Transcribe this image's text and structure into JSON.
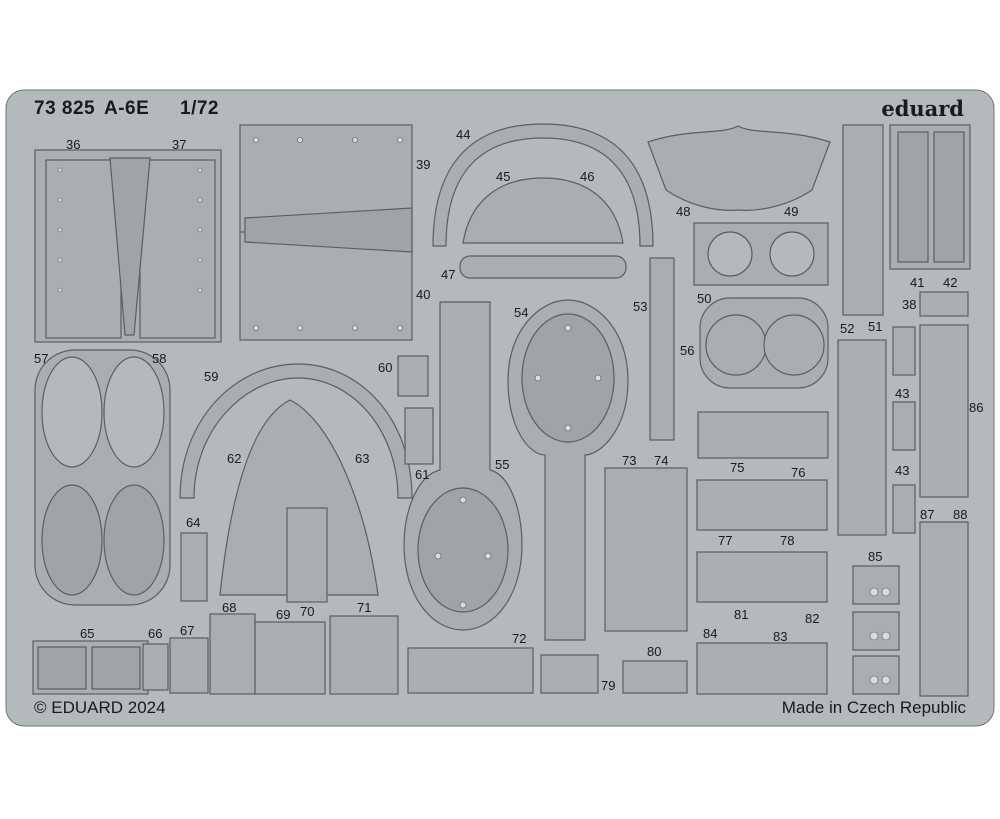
{
  "sheet": {
    "code": "73 825",
    "model": "A-6E",
    "scale": "1/72",
    "brand": "eduard",
    "copyright": "© EDUARD 2024",
    "origin": "Made in Czech Republic"
  },
  "parts": [
    "36",
    "37",
    "39",
    "40",
    "44",
    "45",
    "46",
    "47",
    "48",
    "49",
    "50",
    "41",
    "42",
    "38",
    "51",
    "52",
    "53",
    "54",
    "55",
    "56",
    "57",
    "58",
    "59",
    "60",
    "61",
    "62",
    "63",
    "64",
    "65",
    "66",
    "67",
    "68",
    "69",
    "70",
    "71",
    "72",
    "73",
    "74",
    "75",
    "76",
    "77",
    "78",
    "79",
    "80",
    "81",
    "82",
    "83",
    "84",
    "85",
    "86",
    "87",
    "88",
    "43a",
    "43b"
  ],
  "labels": {
    "36": "36",
    "37": "37",
    "39": "39",
    "40": "40",
    "44": "44",
    "45": "45",
    "46": "46",
    "47": "47",
    "48": "48",
    "49": "49",
    "50": "50",
    "41": "41",
    "42": "42",
    "38": "38",
    "51": "51",
    "52": "52",
    "53": "53",
    "54": "54",
    "55": "55",
    "56": "56",
    "57": "57",
    "58": "58",
    "59": "59",
    "60": "60",
    "61": "61",
    "62": "62",
    "63": "63",
    "64": "64",
    "65": "65",
    "66": "66",
    "67": "67",
    "68": "68",
    "69": "69",
    "70": "70",
    "71": "71",
    "72": "72",
    "73": "73",
    "74": "74",
    "75": "75",
    "76": "76",
    "77": "77",
    "78": "78",
    "79": "79",
    "80": "80",
    "81": "81",
    "82": "82",
    "83": "83",
    "84": "84",
    "85": "85",
    "86": "86",
    "87": "87",
    "88": "88",
    "43a": "43",
    "43b": "43"
  },
  "colors": {
    "fret": "#b4b9bc",
    "part": "#a9aeb1",
    "line": "#5a5f62",
    "hole": "#d8dcde",
    "text": "#1a1a1a"
  }
}
